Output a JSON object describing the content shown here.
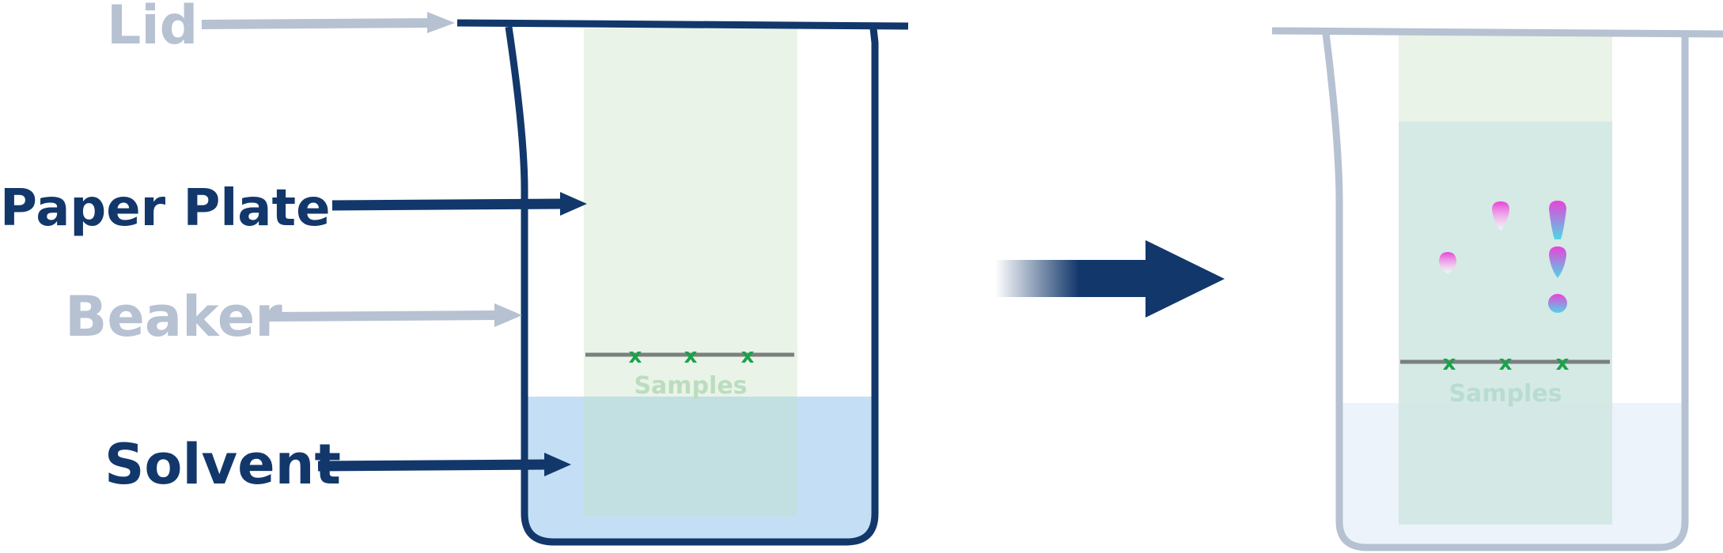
{
  "labels": {
    "lid": "Lid",
    "paper_plate": "Paper Plate",
    "beaker": "Beaker",
    "solvent": "Solvent"
  },
  "before": {
    "samples_label": "Samples",
    "marks": [
      "x",
      "x",
      "x"
    ]
  },
  "after": {
    "samples_label": "Samples",
    "marks": [
      "x",
      "x",
      "x"
    ]
  },
  "colors": {
    "dark_navy": "#12376b",
    "faded_grey": "#b6c1d2",
    "paper_green": "#e5f1e4",
    "solvent_blue": "#c4dff5",
    "cross_green": "#1aa24a",
    "baseline_grey": "#7a7f7f",
    "spot_magenta": "#e844d8",
    "spot_cyan": "#4ed6e6"
  }
}
